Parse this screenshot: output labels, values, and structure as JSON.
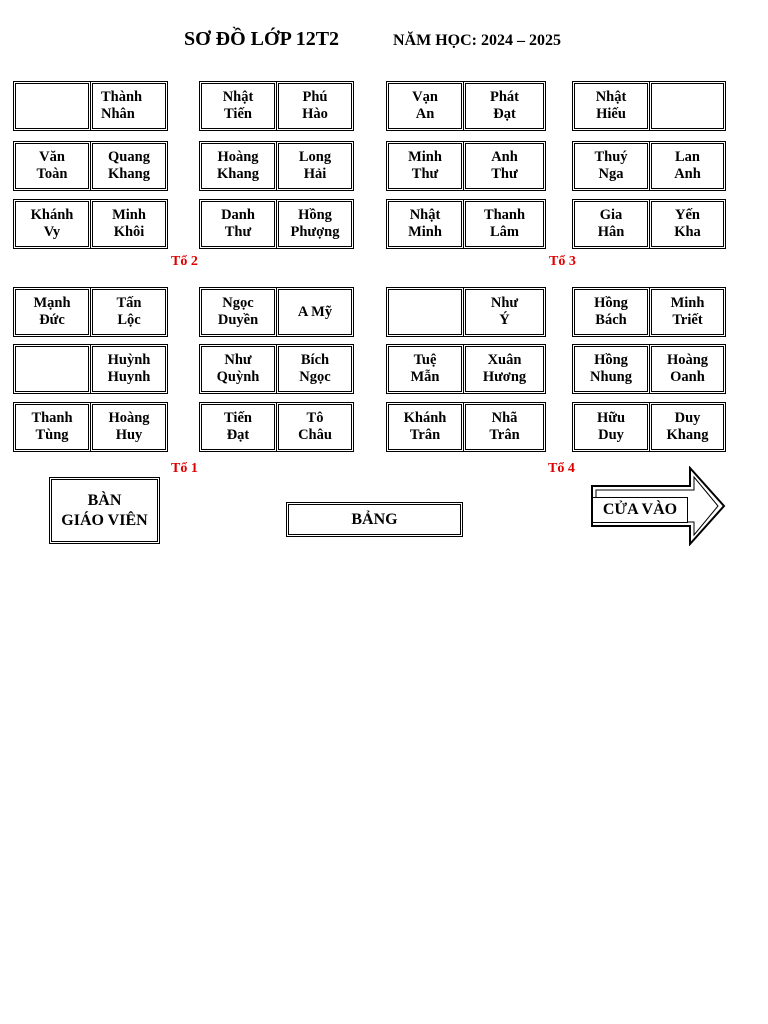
{
  "header": {
    "title": "SƠ ĐỒ LỚP 12T2",
    "school_year": "NĂM HỌC: 2024 – 2025"
  },
  "groups": {
    "to2": "Tổ 2",
    "to3": "Tổ 3",
    "to1": "Tổ 1",
    "to4": "Tổ 4"
  },
  "seats": {
    "s1": "",
    "s2": "Thành\nNhân",
    "s3": "Nhật\nTiến",
    "s4": "Phú\nHào",
    "s5": "Vạn\nAn",
    "s6": "Phát\nĐạt",
    "s7": "Nhật\nHiếu",
    "s8": "",
    "s9": "Văn\nToàn",
    "s10": "Quang\nKhang",
    "s11": "Hoàng\nKhang",
    "s12": "Long\nHải",
    "s13": "Minh\nThư",
    "s14": "Anh\nThư",
    "s15": "Thuý\nNga",
    "s16": "Lan\nAnh",
    "s17": "Khánh\nVy",
    "s18": "Minh\nKhôi",
    "s19": "Danh\nThư",
    "s20": "Hồng\nPhượng",
    "s21": "Nhật\nMinh",
    "s22": "Thanh\nLâm",
    "s23": "Gia\nHân",
    "s24": "Yến\nKha",
    "s25": "Mạnh\nĐức",
    "s26": "Tấn\nLộc",
    "s27": "Ngọc\nDuyền",
    "s28": "A Mỹ",
    "s29": "",
    "s30": "Như\nÝ",
    "s31": "Hồng\nBách",
    "s32": "Minh\nTriết",
    "s33": "",
    "s34": "Huỳnh\nHuynh",
    "s35": "Như\nQuỳnh",
    "s36": "Bích\nNgọc",
    "s37": "Tuệ\nMẫn",
    "s38": "Xuân\nHương",
    "s39": "Hồng\nNhung",
    "s40": "Hoàng\nOanh",
    "s41": "Thanh\nTùng",
    "s42": "Hoàng\nHuy",
    "s43": "Tiến\nĐạt",
    "s44": "Tô\nChâu",
    "s45": "Khánh\nTrân",
    "s46": "Nhã\nTrân",
    "s47": "Hữu\nDuy",
    "s48": "Duy\nKhang"
  },
  "labels": {
    "teacher_desk": "BÀN\nGIÁO VIÊN",
    "board": "BẢNG",
    "entrance": "CỬA VÀO"
  }
}
